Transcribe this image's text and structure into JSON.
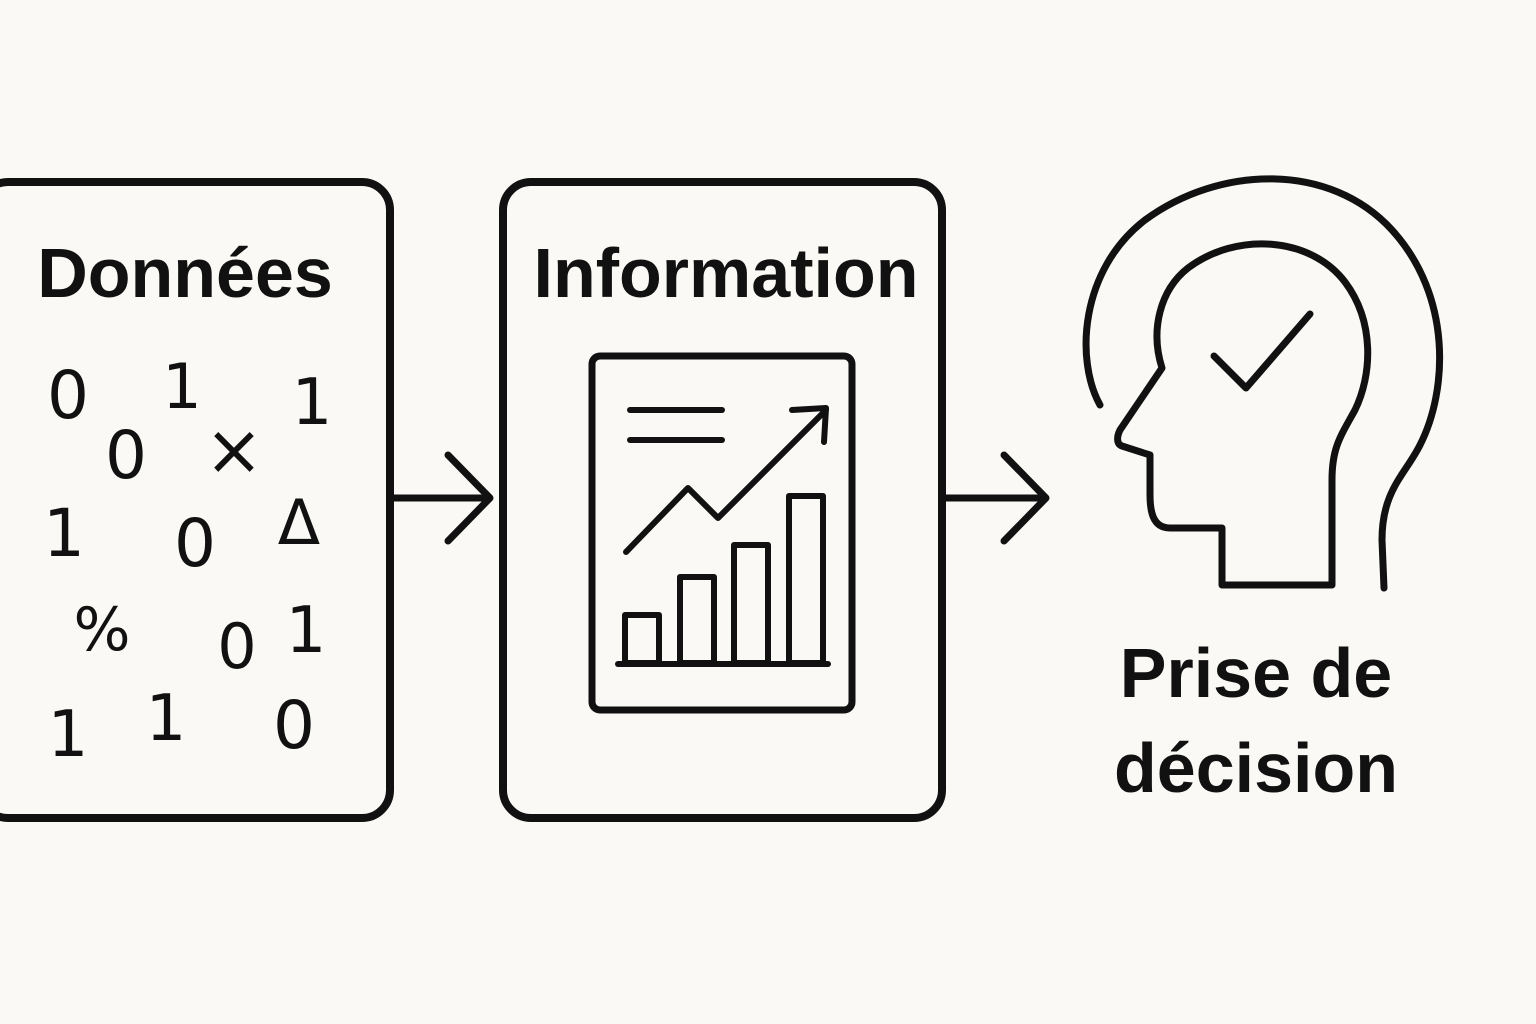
{
  "stages": {
    "data": {
      "label": "Données",
      "symbols": [
        "0",
        "1",
        "1",
        "0",
        "×",
        "1",
        "0",
        "Δ",
        "%",
        "0",
        "1",
        "1",
        "1",
        "0"
      ]
    },
    "information": {
      "label": "Information"
    },
    "decision": {
      "label_line1": "Prise de",
      "label_line2": "décision"
    }
  },
  "icons": {
    "information": "report-chart-icon",
    "decision": "head-checkmark-icon"
  },
  "colors": {
    "background": "#faf9f5",
    "ink": "#111111"
  }
}
